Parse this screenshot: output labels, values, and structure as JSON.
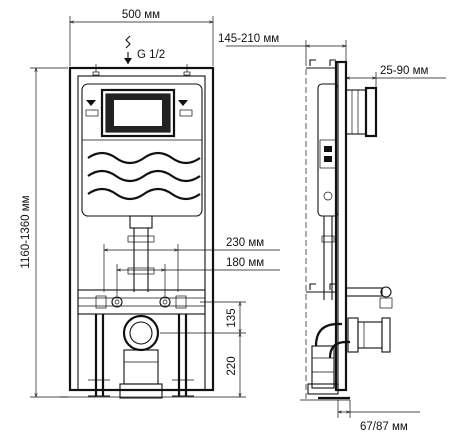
{
  "dimensions": {
    "frame_width": "500 мм",
    "water_inlet": "G 1/2",
    "height_range": "1160-1360 мм",
    "depth_range": "145-210 мм",
    "flush_offset": "25-90 мм",
    "outlet_spacing": "230 мм",
    "inlet_spacing": "180 мм",
    "drain_center_height": "135",
    "floor_to_outlet": "220",
    "bottom_depth": "67/87 мм"
  },
  "colors": {
    "line": "#111111",
    "background": "#ffffff"
  },
  "icons": {
    "water_inlet": "water-inlet-arrow-icon",
    "flush_plate": "flush-plate-icon"
  }
}
